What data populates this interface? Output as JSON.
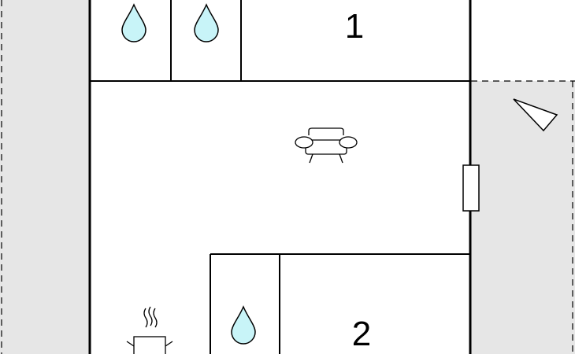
{
  "floorplan": {
    "rooms": [
      {
        "id": "room-1",
        "label": "1"
      },
      {
        "id": "room-2",
        "label": "2"
      }
    ],
    "icons": {
      "water": "water-drop-icon",
      "sofa": "sofa-icon",
      "stove": "cooking-pot-icon",
      "window": "window-icon",
      "orientation": "north-arrow-icon"
    },
    "colors": {
      "wall": "#000000",
      "exterior": "#e6e6e6",
      "water_fill": "#c8f4f8",
      "background": "#ffffff"
    }
  }
}
